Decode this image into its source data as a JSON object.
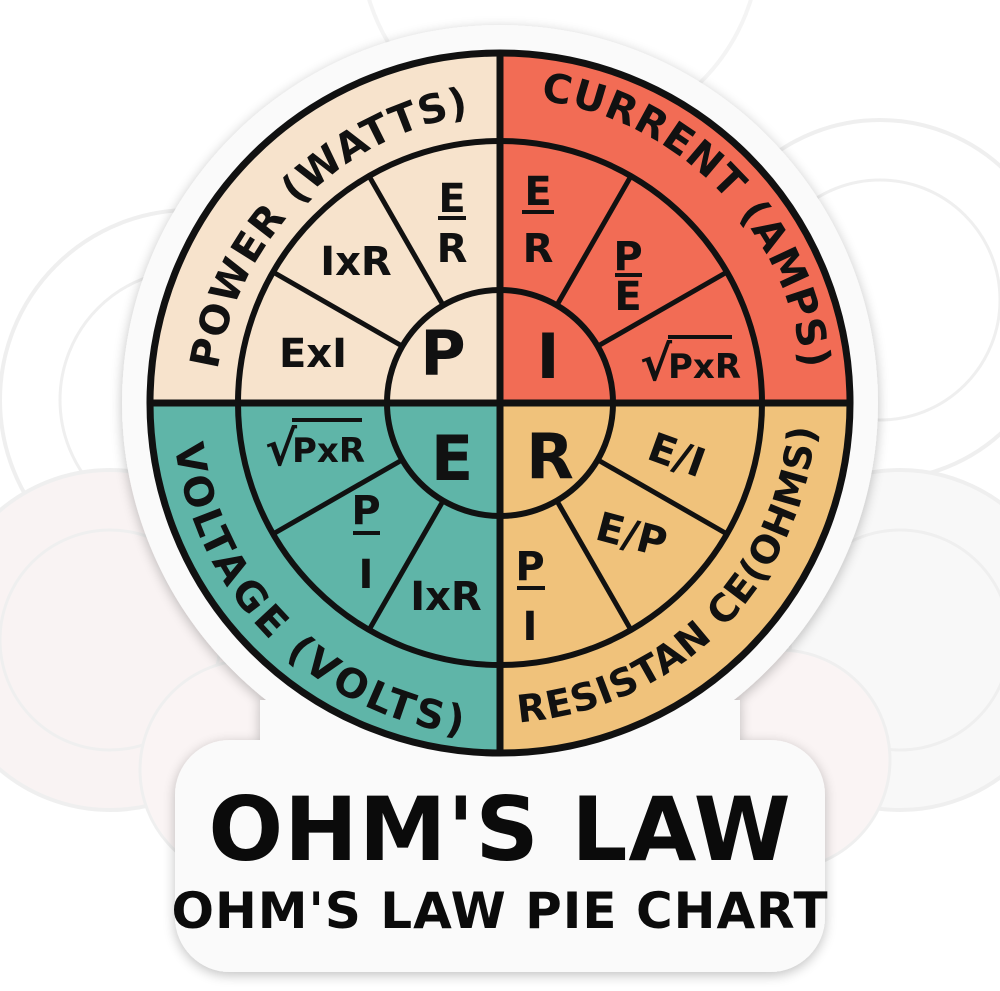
{
  "title": "OHM'S LAW",
  "subtitle": "OHM'S LAW PIE CHART",
  "colors": {
    "power": "#f7e3cc",
    "current": "#f26c55",
    "voltage": "#5fb5a8",
    "resistance": "#f0c27b",
    "outline": "#111111",
    "sticker": "#fafafa"
  },
  "quadrants": {
    "power": {
      "ring_label": "POWER (WATTS)",
      "center_letter": "P",
      "formulas": [
        "ExI",
        "IxR",
        "E/R"
      ],
      "formula_display": [
        "ExI",
        "IxR",
        "E",
        "R"
      ]
    },
    "current": {
      "ring_label": "CURRENT (AMPS)",
      "center_letter": "I",
      "formulas": [
        "E/R",
        "P/E",
        "√PxR"
      ],
      "formula_display": [
        "E",
        "R",
        "P",
        "E",
        "√",
        "PxR"
      ]
    },
    "voltage": {
      "ring_label": "VOLTAGE (VOLTS)",
      "center_letter": "E",
      "formulas": [
        "√PxR",
        "P/I",
        "IxR"
      ],
      "formula_display": [
        "√",
        "PxR",
        "P",
        "I",
        "IxR"
      ]
    },
    "resistance": {
      "ring_label": "RESISTAN CE(OHMS)",
      "center_letter": "R",
      "formulas": [
        "E/I",
        "E/P",
        "P/I"
      ],
      "formula_display": [
        "E/I",
        "E/P",
        "P",
        "I"
      ]
    }
  }
}
